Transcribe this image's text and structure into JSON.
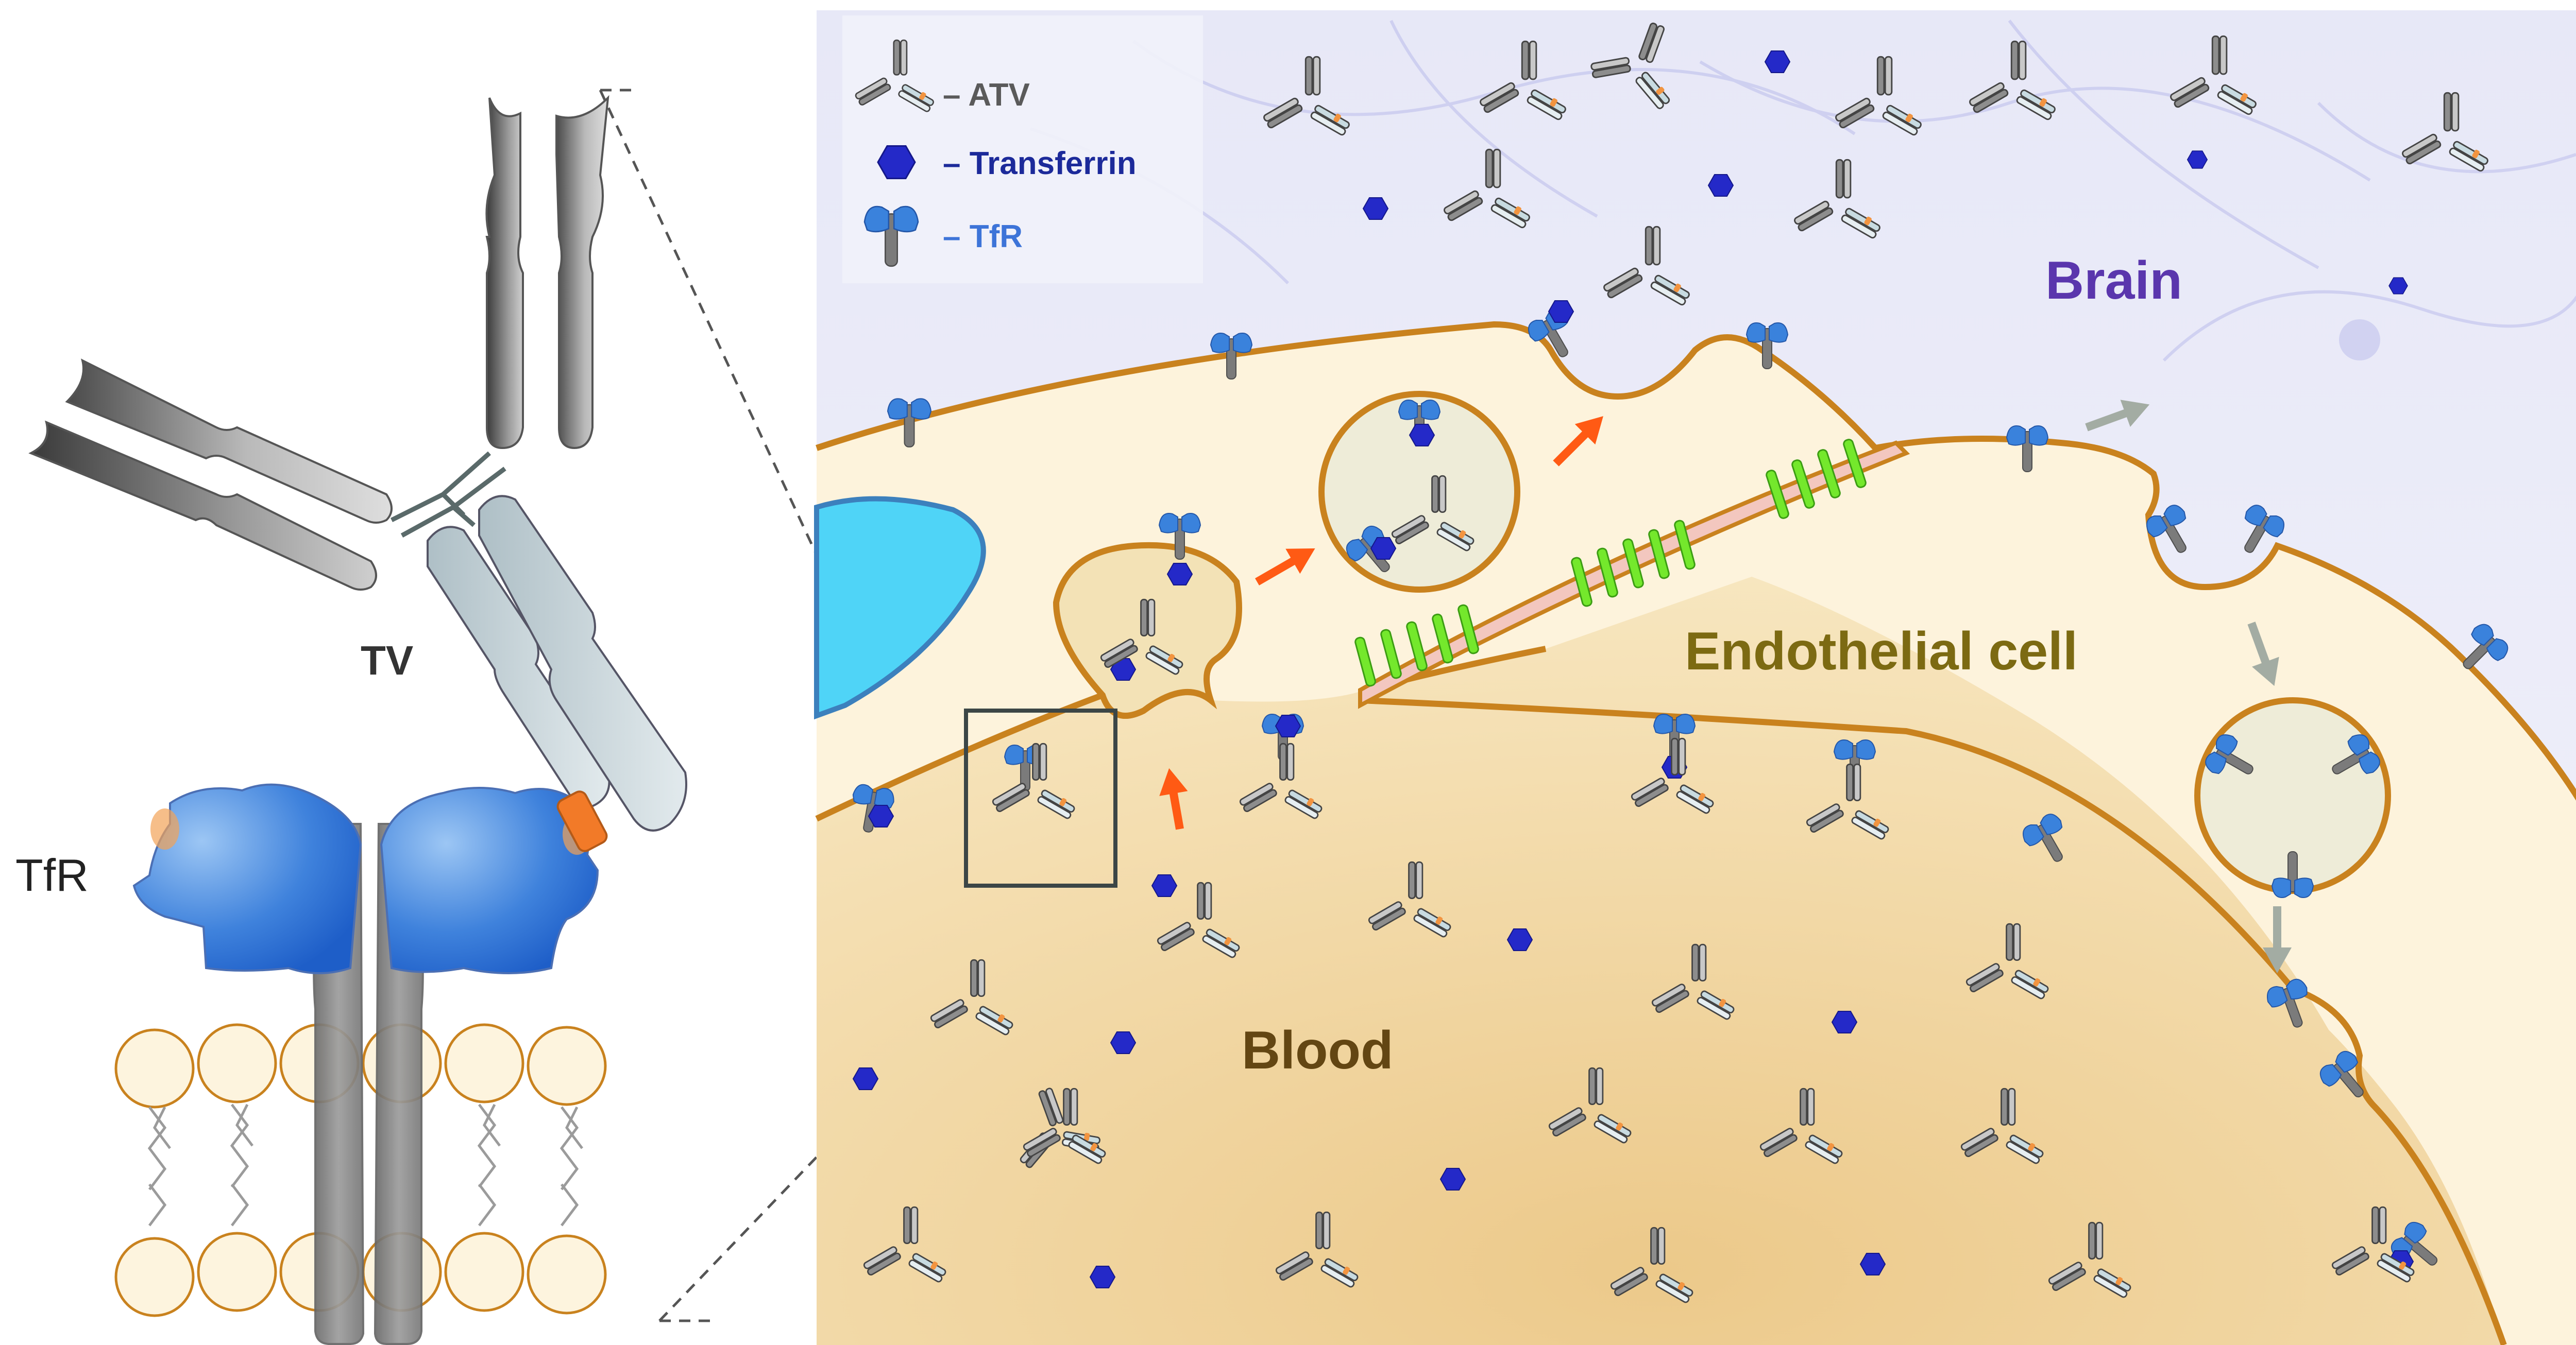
{
  "labels": {
    "tv": "TV",
    "tfr": "TfR",
    "brain": "Brain",
    "endothelial": "Endothelial cell",
    "blood": "Blood"
  },
  "legend": {
    "atv": "– ATV",
    "transferrin": "– Transferrin",
    "tfr": "– TfR"
  },
  "colors": {
    "brain_bg": "#e6e7f6",
    "cell_fill": "#fdf3dc",
    "blood_fill": "#f0d7a2",
    "membrane": "#cc8018",
    "nucleus": "#4fd4f7",
    "receptor_blue": "#2a6fd6",
    "transferrin": "#2228c8",
    "tight_junction": "#66e022",
    "arrow_orange": "#ff5a14",
    "arrow_gray": "#a3aca3",
    "brain_label": "#5a36ad",
    "cell_label": "#7c6a12",
    "blood_label": "#634613",
    "legend_atv": "#5a5a5a",
    "legend_transferrin": "#1c2a9a",
    "legend_tfr": "#3d74d8"
  },
  "icons": [
    "antibody-icon",
    "transferrin-hexagon-icon",
    "tfr-receptor-icon",
    "arrow-icon"
  ]
}
